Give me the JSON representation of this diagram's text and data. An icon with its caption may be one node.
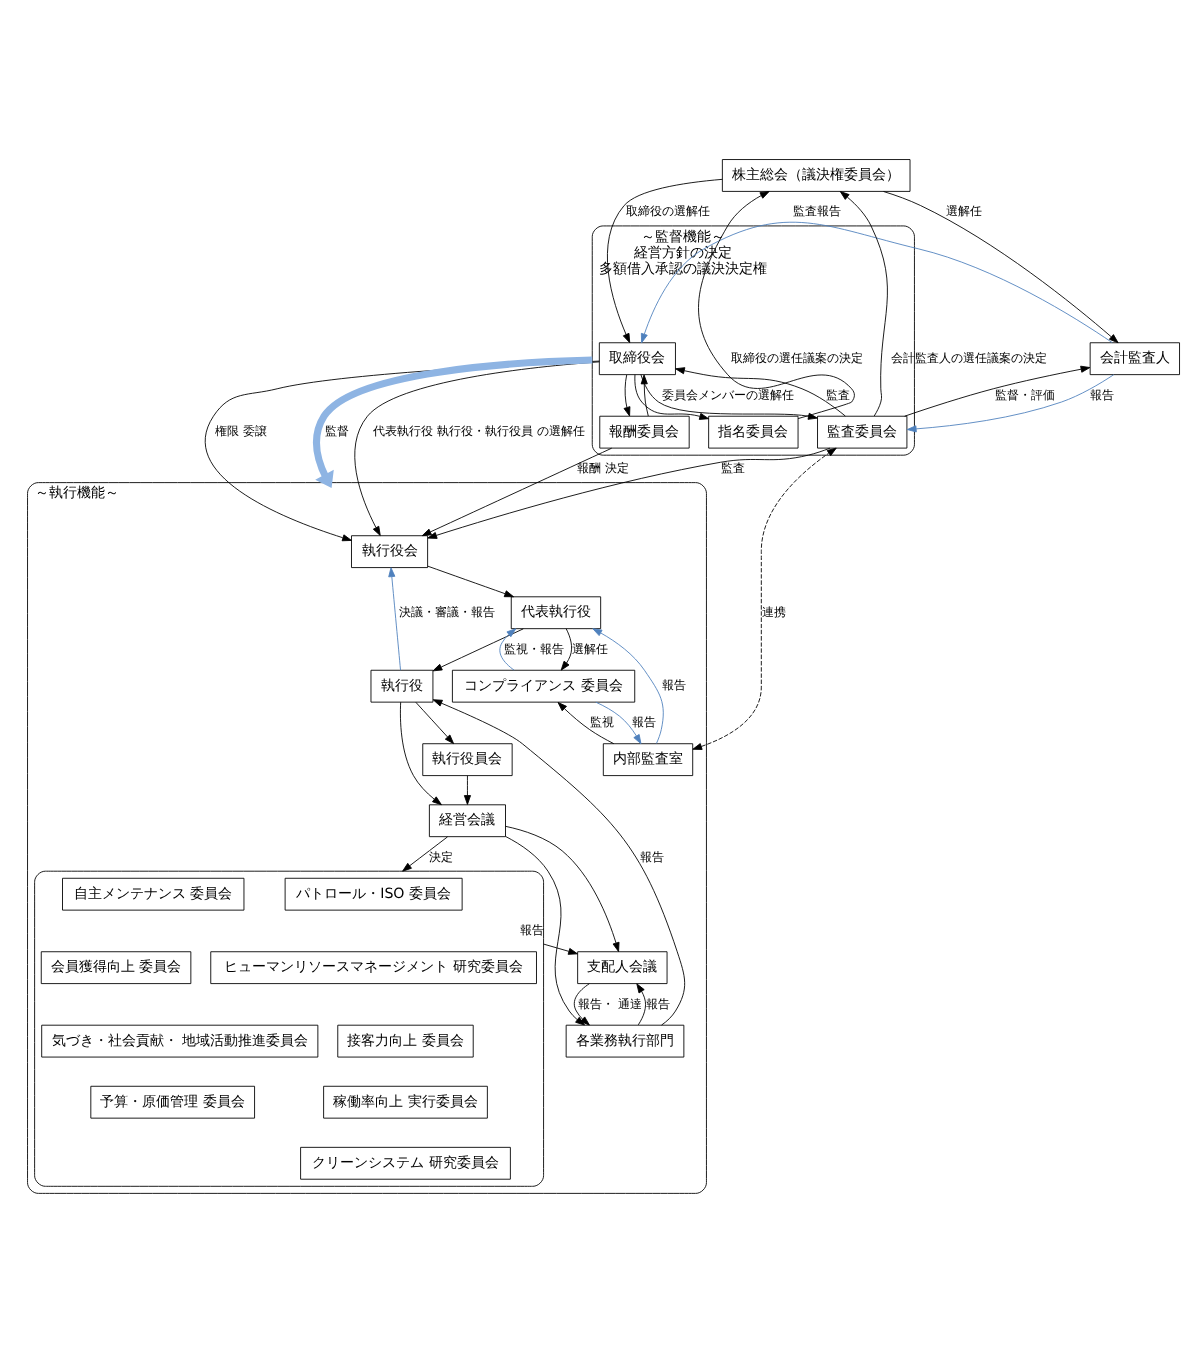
{
  "diagram": {
    "nodes": [
      {
        "text": [
          "株主総会（議決権委員会）"
        ]
      },
      {
        "text": [
          "会計監査人"
        ]
      },
      {
        "text": [
          "～監督機能～",
          "経営方針の決定",
          "多額借入承認の議決決定権"
        ]
      },
      {
        "text": [
          "取締役会"
        ],
        "in": 2
      },
      {
        "text": [
          "指名委員会"
        ],
        "in": 2
      },
      {
        "text": [
          "報酬委員会"
        ],
        "in": 2
      },
      {
        "text": [
          "監査委員会"
        ],
        "in": 2
      },
      {
        "text": [
          "～執行機能～"
        ]
      },
      {
        "text": [
          "執行役会"
        ],
        "in": 7
      },
      {
        "text": [
          "内部監査室"
        ],
        "in": 7
      },
      {
        "text": [
          "代表執行役"
        ],
        "in": 7
      },
      {
        "text": [
          "コンプライアンス 委員会"
        ],
        "in": 7
      },
      {
        "text": [
          "執行役"
        ],
        "in": 7
      },
      {
        "text": [
          "執行役員会"
        ],
        "in": 7
      },
      {
        "text": [
          "経営会議"
        ],
        "in": 7
      },
      {
        "text": [
          "支配人会議"
        ],
        "in": 7
      },
      {
        "text": [
          "各業務執行部門"
        ],
        "in": 7
      },
      {
        "text": [],
        "shape": "box",
        "in": 7
      },
      {
        "text": [
          "パトロール・ISO 委員会"
        ],
        "in": 17
      },
      {
        "text": [
          "自主メンテナンス 委員会"
        ],
        "in": 17
      },
      {
        "text": [
          "ヒューマンリソースマネージメント 研究委員会"
        ],
        "in": 17
      },
      {
        "text": [
          "会員獲得向上 委員会"
        ],
        "in": 17
      },
      {
        "text": [
          "接客力向上 委員会"
        ],
        "in": 17
      },
      {
        "text": [
          "気づき・社会貢献・ 地域活動推進委員会"
        ],
        "in": 17
      },
      {
        "text": [
          "稼働率向上 実行委員会"
        ],
        "in": 17
      },
      {
        "text": [
          "予算・原価管理 委員会"
        ],
        "in": 17
      },
      {
        "text": [
          "クリーンシステム 研究委員会"
        ],
        "in": 17
      }
    ],
    "edges": [
      {
        "from": 0,
        "to": 1,
        "arrow": "to",
        "label": "選解任"
      },
      {
        "from": 4,
        "to": 0,
        "arrow": "to",
        "label": "取締役の選任議案の決定"
      },
      {
        "from": 6,
        "to": 0,
        "arrow": "to",
        "label": "会計監査人の選任議案の決定"
      },
      {
        "from": 0,
        "to": 3,
        "arrow": "to",
        "label": "取締役の選解任"
      },
      {
        "from": 1,
        "to": 3,
        "arrow": "to",
        "label": "監査報告",
        "color": "#4f81bd"
      },
      {
        "from": 1,
        "to": 6,
        "arrow": "to",
        "label": "報告",
        "color": "#4f81bd"
      },
      {
        "from": 6,
        "to": 1,
        "arrow": "to",
        "label": "監督・評価"
      },
      {
        "from": 6,
        "to": 3,
        "arrow": "to",
        "label": "監査"
      },
      {
        "from": 3,
        "to": 4,
        "arrow": "to"
      },
      {
        "from": 3,
        "to": 6,
        "arrow": "to",
        "label": "委員会メンバーの選解任"
      },
      {
        "from": 3,
        "to": 5,
        "arrow": "to"
      },
      {
        "from": 5,
        "to": 3,
        "arrow": "to"
      },
      {
        "from": 3,
        "to": 8,
        "arrow": "to",
        "label": "代表執行役 執行役・執行役員 の選解任"
      },
      {
        "from": 3,
        "to": 8,
        "arrow": "to",
        "label": "権限 委譲"
      },
      {
        "from": 5,
        "to": 8,
        "arrow": "to",
        "label": "報酬 決定"
      },
      {
        "from": 6,
        "to": 8,
        "arrow": "to",
        "label": "監査"
      },
      {
        "from": 9,
        "to": 6,
        "arrow": "both",
        "label": "連携",
        "style": "dashed"
      },
      {
        "from": 2,
        "to": 7,
        "arrow": "to",
        "label": "監督",
        "style": "thick",
        "color": "#8eb4e3"
      },
      {
        "from": 8,
        "to": 10,
        "arrow": "to"
      },
      {
        "from": 9,
        "to": 10,
        "arrow": "to",
        "label": "報告",
        "color": "#4f81bd"
      },
      {
        "from": 10,
        "to": 11,
        "arrow": "to",
        "label": "選解任"
      },
      {
        "from": 11,
        "to": 10,
        "arrow": "to",
        "label": "監視・報告",
        "color": "#4f81bd"
      },
      {
        "from": 11,
        "to": 9,
        "arrow": "to",
        "label": "報告",
        "color": "#4f81bd"
      },
      {
        "from": 9,
        "to": 11,
        "arrow": "to",
        "label": "監視"
      },
      {
        "from": 10,
        "to": 12,
        "arrow": "to"
      },
      {
        "from": 12,
        "to": 8,
        "arrow": "to",
        "label": "決議・審議・報告",
        "color": "#4f81bd"
      },
      {
        "from": 12,
        "to": 13,
        "arrow": "to"
      },
      {
        "from": 12,
        "to": 14,
        "arrow": "to"
      },
      {
        "from": 16,
        "to": 12,
        "arrow": "to",
        "label": "報告"
      },
      {
        "from": 13,
        "to": 14,
        "arrow": "to"
      },
      {
        "from": 14,
        "to": 17,
        "arrow": "to",
        "label": "決定"
      },
      {
        "from": 14,
        "to": 15,
        "arrow": "to"
      },
      {
        "from": 14,
        "to": 16,
        "arrow": "to"
      },
      {
        "from": 17,
        "to": 15,
        "arrow": "to",
        "label": "報告"
      },
      {
        "from": 15,
        "to": 16,
        "arrow": "to",
        "label": "報告・ 通達"
      },
      {
        "from": 16,
        "to": 15,
        "arrow": "to",
        "label": "報告"
      }
    ]
  }
}
